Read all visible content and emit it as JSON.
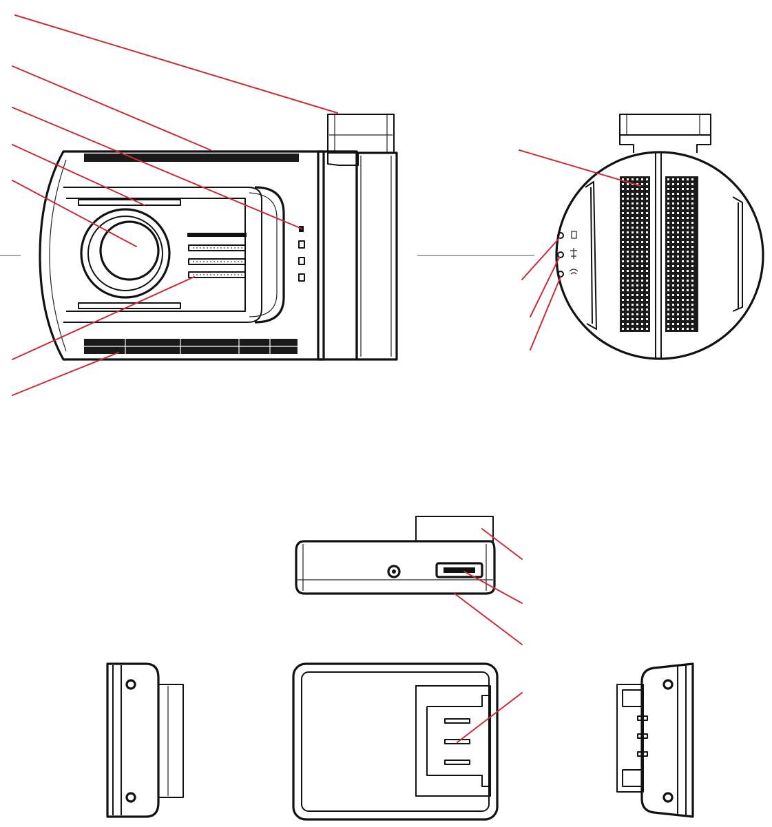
{
  "colors": {
    "line_art": "#111111",
    "leader_line": "#cc2a36",
    "axis_line": "#8a8a8a",
    "background": "#ffffff"
  },
  "views": [
    {
      "name": "front-view"
    },
    {
      "name": "side-view-circle"
    },
    {
      "name": "top-view"
    },
    {
      "name": "left-end-view"
    },
    {
      "name": "bottom-view"
    },
    {
      "name": "right-end-view"
    }
  ],
  "callout_count": 15
}
